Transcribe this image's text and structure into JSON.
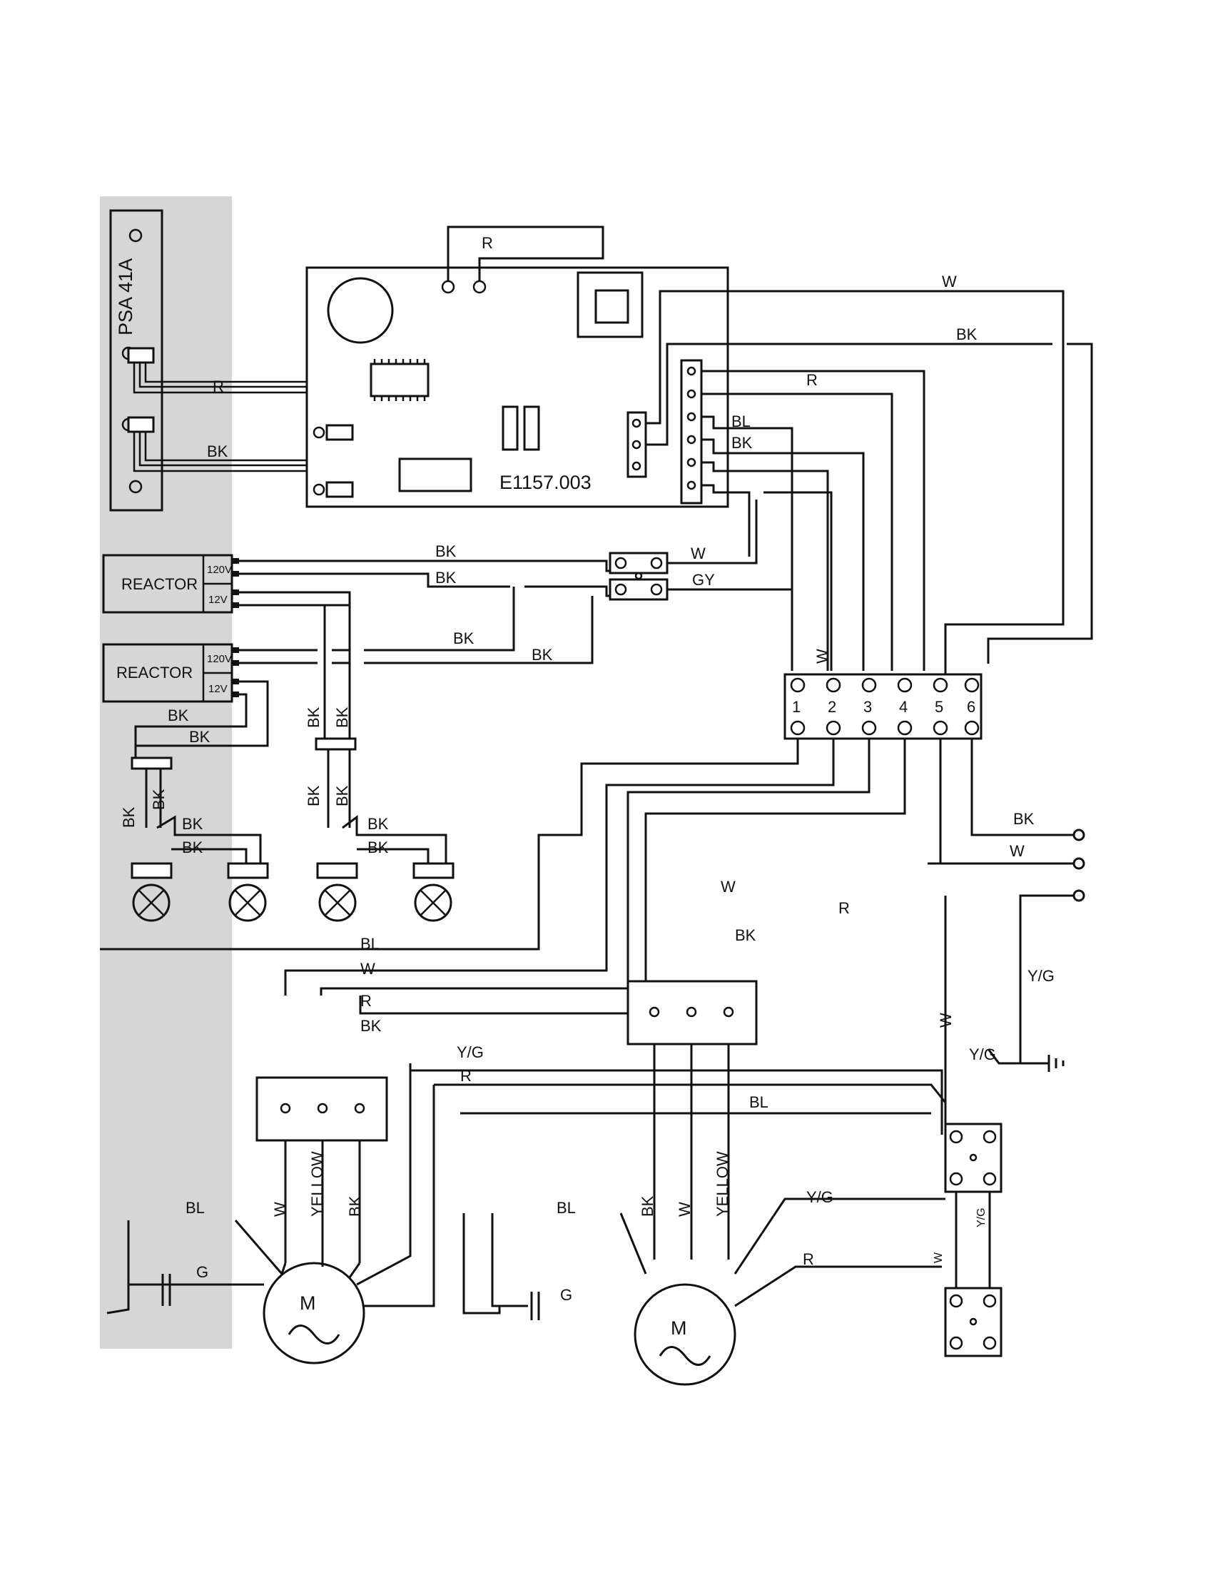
{
  "modules": {
    "sensor": "PSA 41A",
    "board": "E1157.003",
    "reactor_top": "REACTOR",
    "reactor_bottom": "REACTOR",
    "motor_left": "M",
    "motor_right": "M"
  },
  "taps": {
    "v120": "120V",
    "v12": "12V"
  },
  "terminal_numbers": [
    "1",
    "2",
    "3",
    "4",
    "5",
    "6"
  ],
  "wire_labels": {
    "r": "R",
    "w": "W",
    "bk": "BK",
    "bl": "BL",
    "gy": "GY",
    "yg": "Y/G",
    "g": "G",
    "yellow": "YELLOW"
  },
  "colors": {
    "panel": "#d6d6d6",
    "ink": "#111111"
  }
}
